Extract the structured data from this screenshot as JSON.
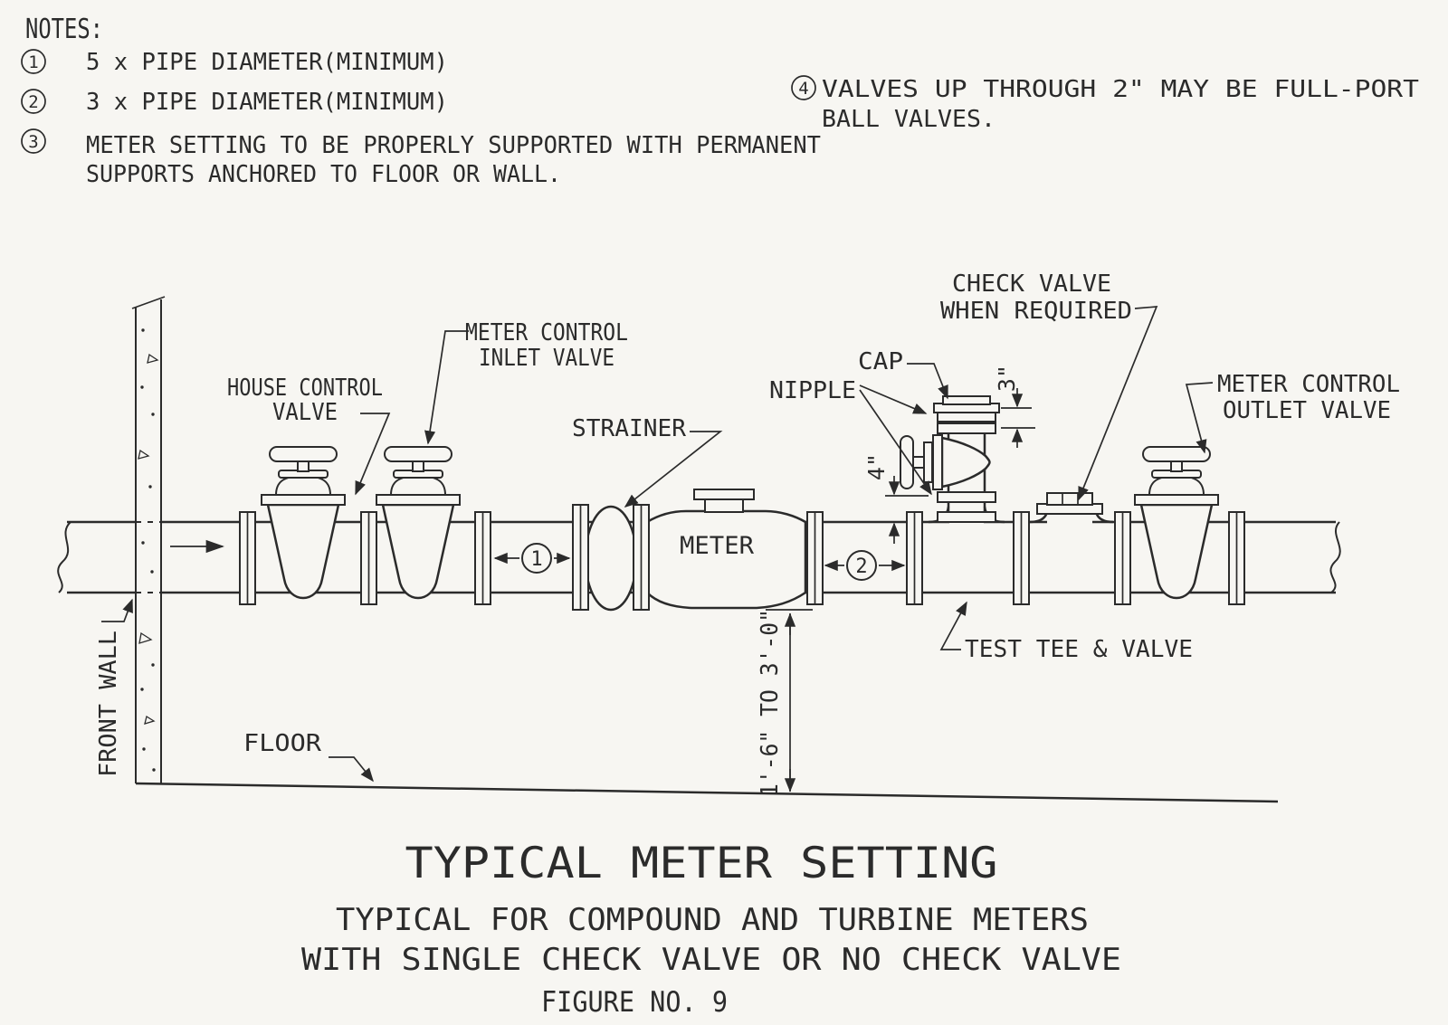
{
  "notes": {
    "heading": "NOTES:",
    "n1_num": "1",
    "n1_text": "5 x PIPE DIAMETER(MINIMUM)",
    "n2_num": "2",
    "n2_text": "3 x PIPE DIAMETER(MINIMUM)",
    "n3_num": "3",
    "n3_line1": "METER SETTING TO BE PROPERLY SUPPORTED WITH PERMANENT",
    "n3_line2": "SUPPORTS ANCHORED TO FLOOR OR WALL.",
    "n4_num": "4",
    "n4_line1": "VALVES UP THROUGH 2\" MAY BE FULL-PORT",
    "n4_line2": "BALL VALVES."
  },
  "labels": {
    "house_control_line1": "HOUSE CONTROL",
    "house_control_line2": "VALVE",
    "inlet_line1": "METER CONTROL",
    "inlet_line2": "INLET VALVE",
    "strainer": "STRAINER",
    "meter": "METER",
    "nipple": "NIPPLE",
    "cap": "CAP",
    "check_line1": "CHECK VALVE",
    "check_line2": "WHEN REQUIRED",
    "outlet_line1": "METER CONTROL",
    "outlet_line2": "OUTLET VALVE",
    "test_tee": "TEST TEE & VALVE",
    "front_wall": "FRONT WALL",
    "floor": "FLOOR"
  },
  "dims": {
    "ref1": "1",
    "ref2": "2",
    "riser_upper": "3\"",
    "riser_lower": "4\"",
    "height": "1'-6\" TO 3'-0\""
  },
  "title": {
    "main": "TYPICAL METER SETTING",
    "sub1": "TYPICAL FOR COMPOUND AND TURBINE METERS",
    "sub2": "WITH SINGLE CHECK VALVE OR NO CHECK VALVE",
    "figure": "FIGURE NO. 9"
  },
  "colors": {
    "ink": "#2b2b2b",
    "paper": "#f7f6f2"
  }
}
